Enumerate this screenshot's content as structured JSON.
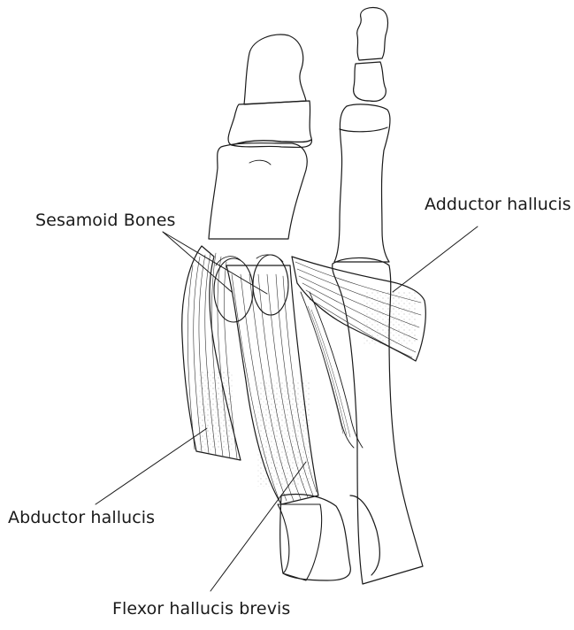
{
  "labels": {
    "sesamoid": "Sesamoid Bones",
    "adductor": "Adductor hallucis",
    "abductor": "Abductor hallucis",
    "flexor": "Flexor hallucis brevis"
  },
  "colors": {
    "ink": "#1a1a1a",
    "background": "#ffffff"
  }
}
